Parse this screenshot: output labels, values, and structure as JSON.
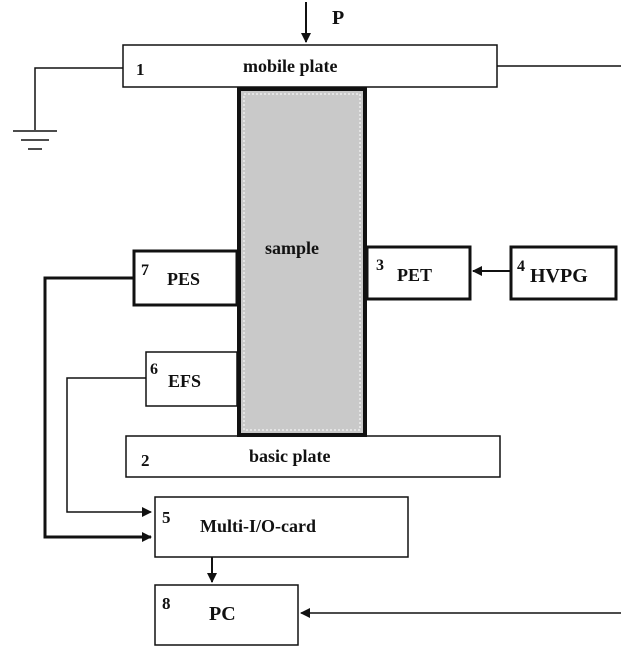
{
  "diagram": {
    "force_label": "P",
    "mobile_plate": {
      "number": "1",
      "label": "mobile plate"
    },
    "basic_plate": {
      "number": "2",
      "label": "basic plate"
    },
    "sample": {
      "label": "sample"
    },
    "pet": {
      "number": "3",
      "label": "PET"
    },
    "hvpg": {
      "number": "4",
      "label": "HVPG"
    },
    "multi_io": {
      "number": "5",
      "label": "Multi-I/O-card"
    },
    "efs": {
      "number": "6",
      "label": "EFS"
    },
    "pes": {
      "number": "7",
      "label": "PES"
    },
    "pc": {
      "number": "8",
      "label": "PC"
    }
  },
  "colors": {
    "sample_fill": "#c9c9c9",
    "line": "#111111"
  }
}
